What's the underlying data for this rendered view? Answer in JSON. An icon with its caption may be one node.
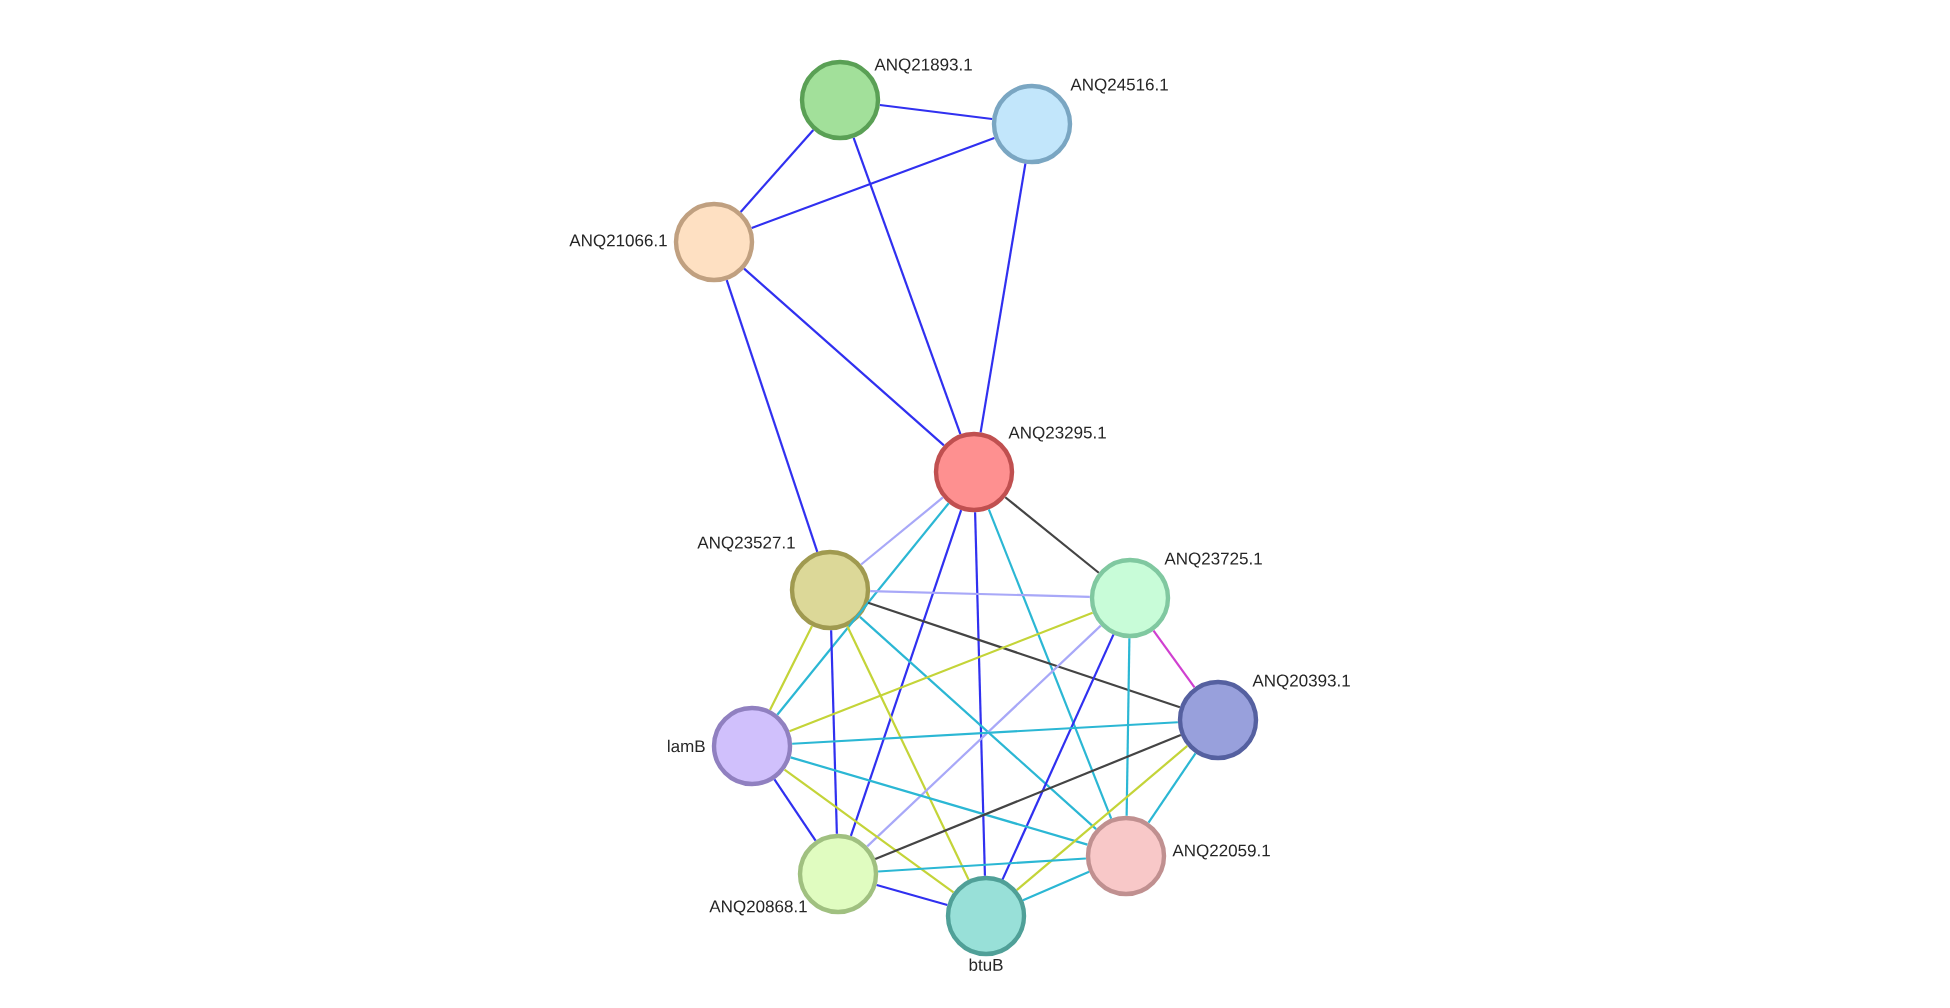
{
  "diagram": {
    "nodes": [
      {
        "text": [
          "ANQ21893.1"
        ]
      },
      {
        "text": [
          "ANQ24516.1"
        ]
      },
      {
        "text": [
          "ANQ21066.1"
        ]
      },
      {
        "text": [
          "ANQ23295.1"
        ]
      },
      {
        "text": [
          "ANQ23527.1"
        ]
      },
      {
        "text": [
          "ANQ23725.1"
        ]
      },
      {
        "text": [
          "lamB"
        ]
      },
      {
        "text": [
          "ANQ20393.1"
        ]
      },
      {
        "text": [
          "ANQ22059.1"
        ]
      },
      {
        "text": [
          "ANQ20868.1"
        ]
      },
      {
        "text": [
          "btuB"
        ]
      }
    ],
    "edges": [
      {
        "from": 0,
        "to": 1,
        "arrow": "none",
        "color": "#3030f0"
      },
      {
        "from": 0,
        "to": 2,
        "arrow": "none",
        "color": "#3030f0"
      },
      {
        "from": 1,
        "to": 2,
        "arrow": "none",
        "color": "#3030f0"
      },
      {
        "from": 0,
        "to": 3,
        "arrow": "none",
        "color": "#3030f0"
      },
      {
        "from": 1,
        "to": 3,
        "arrow": "none",
        "color": "#3030f0"
      },
      {
        "from": 2,
        "to": 3,
        "arrow": "none",
        "color": "#3030f0"
      },
      {
        "from": 2,
        "to": 4,
        "arrow": "none",
        "color": "#3030f0"
      },
      {
        "from": 3,
        "to": 4,
        "arrow": "none",
        "color": "#a8a8f8"
      },
      {
        "from": 3,
        "to": 5,
        "arrow": "none",
        "color": "#444444"
      },
      {
        "from": 3,
        "to": 6,
        "arrow": "none",
        "color": "#2bb7d4"
      },
      {
        "from": 3,
        "to": 8,
        "arrow": "none",
        "color": "#2bb7d4"
      },
      {
        "from": 3,
        "to": 9,
        "arrow": "none",
        "color": "#3030f0"
      },
      {
        "from": 3,
        "to": 10,
        "arrow": "none",
        "color": "#3030f0"
      },
      {
        "from": 4,
        "to": 5,
        "arrow": "none",
        "color": "#a8a8f8"
      },
      {
        "from": 4,
        "to": 6,
        "arrow": "none",
        "color": "#c4d438"
      },
      {
        "from": 4,
        "to": 7,
        "arrow": "none",
        "color": "#444444"
      },
      {
        "from": 4,
        "to": 8,
        "arrow": "none",
        "color": "#2bb7d4"
      },
      {
        "from": 4,
        "to": 9,
        "arrow": "none",
        "color": "#3030f0"
      },
      {
        "from": 4,
        "to": 10,
        "arrow": "none",
        "color": "#c4d438"
      },
      {
        "from": 5,
        "to": 6,
        "arrow": "none",
        "color": "#c4d438"
      },
      {
        "from": 5,
        "to": 7,
        "arrow": "none",
        "color": "#d040d0"
      },
      {
        "from": 5,
        "to": 8,
        "arrow": "none",
        "color": "#2bb7d4"
      },
      {
        "from": 5,
        "to": 9,
        "arrow": "none",
        "color": "#a8a8f8"
      },
      {
        "from": 5,
        "to": 10,
        "arrow": "none",
        "color": "#3030f0"
      },
      {
        "from": 6,
        "to": 7,
        "arrow": "none",
        "color": "#2bb7d4"
      },
      {
        "from": 6,
        "to": 8,
        "arrow": "none",
        "color": "#2bb7d4"
      },
      {
        "from": 6,
        "to": 9,
        "arrow": "none",
        "color": "#3030f0"
      },
      {
        "from": 6,
        "to": 10,
        "arrow": "none",
        "color": "#c4d438"
      },
      {
        "from": 7,
        "to": 8,
        "arrow": "none",
        "color": "#2bb7d4"
      },
      {
        "from": 7,
        "to": 9,
        "arrow": "none",
        "color": "#444444"
      },
      {
        "from": 7,
        "to": 10,
        "arrow": "none",
        "color": "#c4d438"
      },
      {
        "from": 8,
        "to": 9,
        "arrow": "none",
        "color": "#2bb7d4"
      },
      {
        "from": 8,
        "to": 10,
        "arrow": "none",
        "color": "#2bb7d4"
      },
      {
        "from": 9,
        "to": 10,
        "arrow": "none",
        "color": "#3030f0"
      }
    ]
  }
}
